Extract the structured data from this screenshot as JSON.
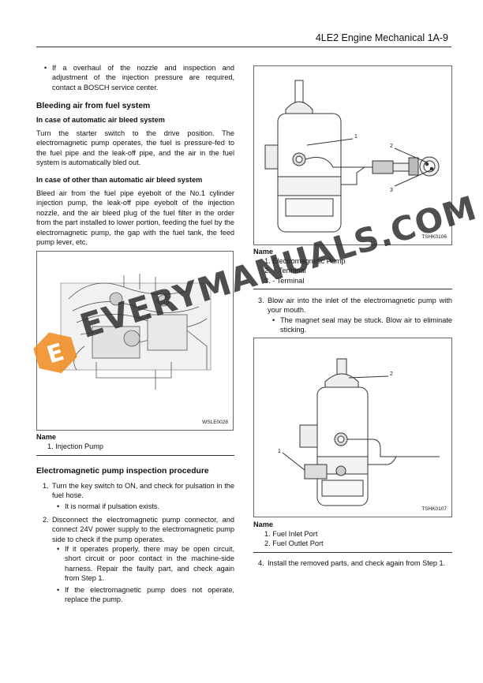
{
  "header": {
    "title": "4LE2 Engine Mechanical 1A-9"
  },
  "left": {
    "intro_bullet": "If a overhaul of the nozzle and inspection and adjustment of the injection pressure are required, contact a BOSCH service center.",
    "bleed_title": "Bleeding air from fuel system",
    "auto_title": "In case of automatic air bleed system",
    "auto_text": "Turn the starter switch to the drive position. The electromagnetic pump operates, the fuel is pressure-fed to the fuel pipe and the leak-off pipe, and the air in the fuel system is automatically bled out.",
    "other_title": "In case of other than automatic air bleed system",
    "other_text": "Bleed air from the fuel pipe eyebolt of the No.1 cylinder injection pump, the leak-off pipe eyebolt of the injection nozzle, and the air bleed plug of the fuel filter in the order from the part installed to lower portion, feeding the fuel by the electromagnetic pump, the gap with the fuel tank, the feed pump lever, etc.",
    "fig_code": "WSLE0028",
    "name_label": "Name",
    "names": [
      "1.  Injection Pump"
    ],
    "inspect_title": "Electromagnetic pump inspection procedure",
    "step1_num": "1.",
    "step1": "Turn the key switch to ON, and check for pulsation in the fuel hose.",
    "step1_sub": "It is normal if pulsation exists.",
    "step2_num": "2.",
    "step2": "Disconnect the electromagnetic pump connector, and connect 24V power supply to the electromagnetic pump side to check if the pump operates.",
    "step2_sub1": "If it operates properly, there may be open circuit, short circuit or poor contact in the machine-side harness. Repair the faulty part, and check again from Step 1.",
    "step2_sub2": "If the electromagnetic pump does not operate, replace the pump."
  },
  "right": {
    "fig1_code": "TSHK0106",
    "fig1_callouts": [
      "1",
      "2",
      "3"
    ],
    "name1_label": "Name",
    "names1": [
      "1.  Electromagnetic Pump",
      "2.  + Terminal",
      "3.  - Terminal"
    ],
    "step3_num": "3.",
    "step3": "Blow air into the inlet of the electromagnetic pump with your mouth.",
    "step3_sub": "The magnet seal may be stuck. Blow air to eliminate sticking.",
    "fig2_code": "TSHK0107",
    "fig2_callouts": [
      "1",
      "2"
    ],
    "name2_label": "Name",
    "names2": [
      "1.  Fuel Inlet Port",
      "2.  Fuel Outlet Port"
    ],
    "step4_num": "4.",
    "step4": "Install the removed parts, and check again from Step 1."
  },
  "watermark": {
    "text": "EVERYMANUALS.COM",
    "logo_letter": "E",
    "logo_color": "#f08a1c"
  }
}
